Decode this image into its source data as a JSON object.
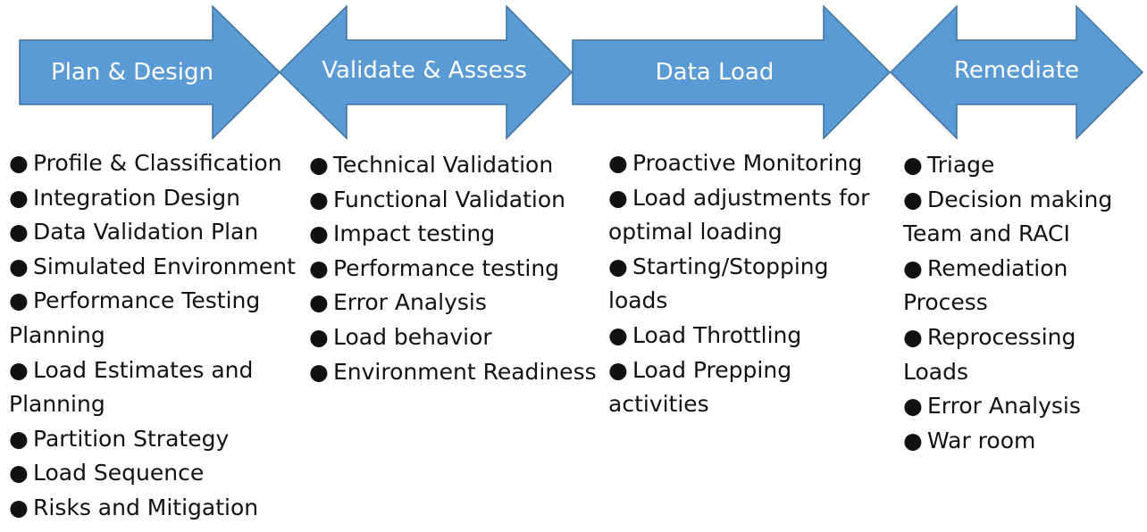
{
  "colors": {
    "arrow_fill": "#5b9bd5",
    "arrow_stroke": "#41719c",
    "label": "#ffffff",
    "text": "#111111"
  },
  "bullet_char": "●",
  "stages": [
    {
      "label": "Plan & Design",
      "shape": "right-arrow",
      "items": [
        "Profile & Classification",
        "Integration Design",
        "Data Validation Plan",
        "Simulated Environment",
        "Performance Testing Planning",
        "Load Estimates and Planning",
        "Partition Strategy",
        "Load Sequence",
        "Risks and Mitigation"
      ]
    },
    {
      "label": "Validate & Assess",
      "shape": "double-arrow",
      "items": [
        "Technical Validation",
        "Functional Validation",
        "Impact testing",
        "Performance testing",
        "Error Analysis",
        "Load behavior",
        "Environment Readiness"
      ]
    },
    {
      "label": "Data Load",
      "shape": "right-arrow",
      "items": [
        "Proactive Monitoring",
        "Load adjustments for optimal loading",
        "Starting/Stopping loads",
        "Load Throttling",
        "Load Prepping activities"
      ]
    },
    {
      "label": "Remediate",
      "shape": "double-arrow",
      "items": [
        "Triage",
        "Decision making Team and RACI",
        "Remediation Process",
        "Reprocessing Loads",
        "Error Analysis",
        "War room"
      ]
    }
  ]
}
